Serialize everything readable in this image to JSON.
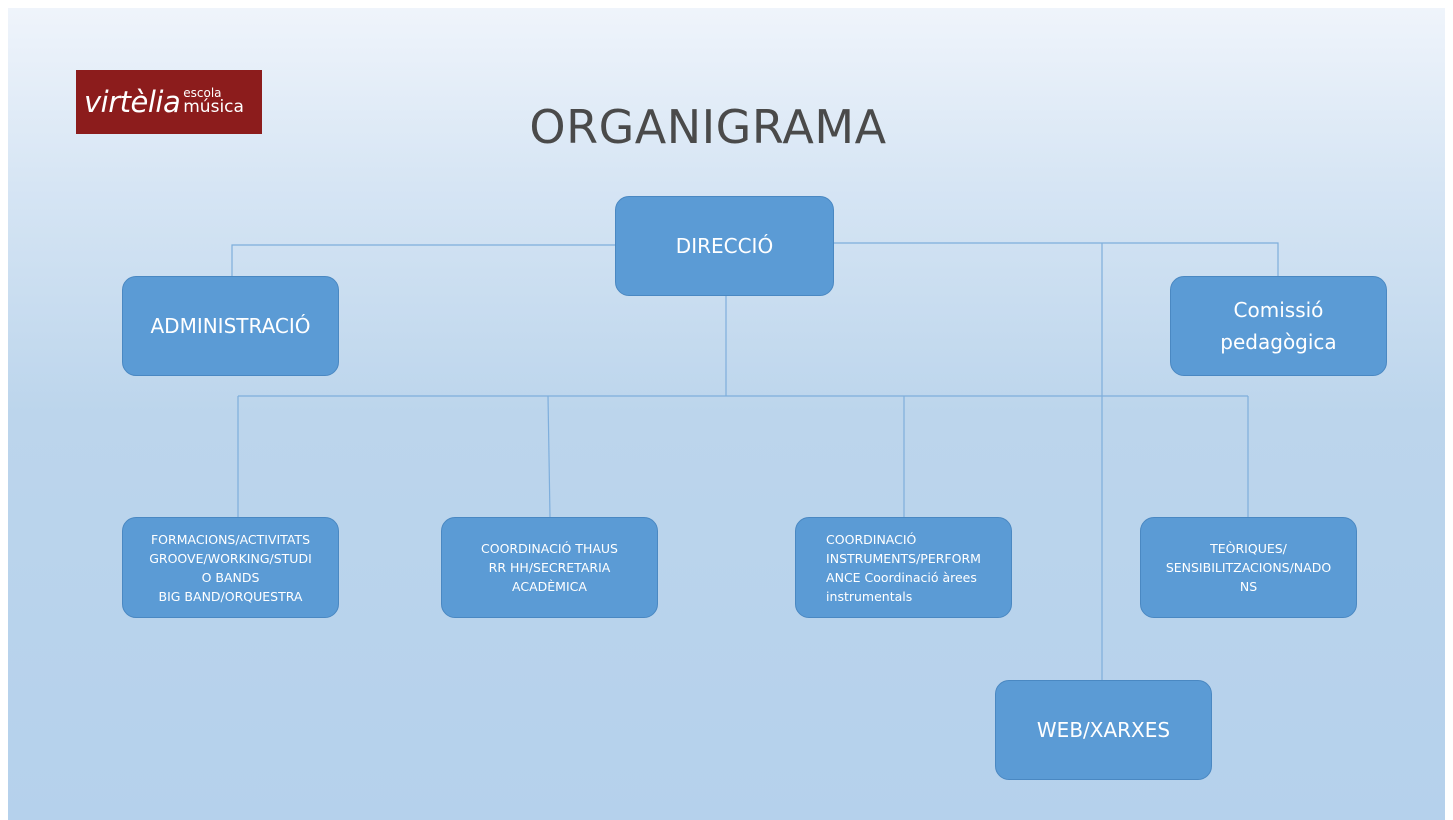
{
  "logo": {
    "word": "virtèlia",
    "line1": "escola",
    "line2": "música"
  },
  "title": "ORGANIGRAMA",
  "nodes": {
    "direccio": "DIRECCIÓ",
    "administracio": "ADMINISTRACIÓ",
    "comissio": "Comissió\npedagògica",
    "formacions": "FORMACIONS/ACTIVITATS\n GROOVE/WORKING/STUDI\nO BANDS\nBIG BAND/ORQUESTRA",
    "coord_thaus": "COORDINACIÓ THAUS\nRR HH/SECRETARIA\nACADÈMICA",
    "coord_instruments": "COORDINACIÓ\nINSTRUMENTS/PERFORM\nANCE Coordinació àrees\ninstrumentals",
    "teoriques": "TEÒRIQUES/\nSENSIBILITZACIONS/NADO\nNS",
    "web": "WEB/XARXES"
  }
}
